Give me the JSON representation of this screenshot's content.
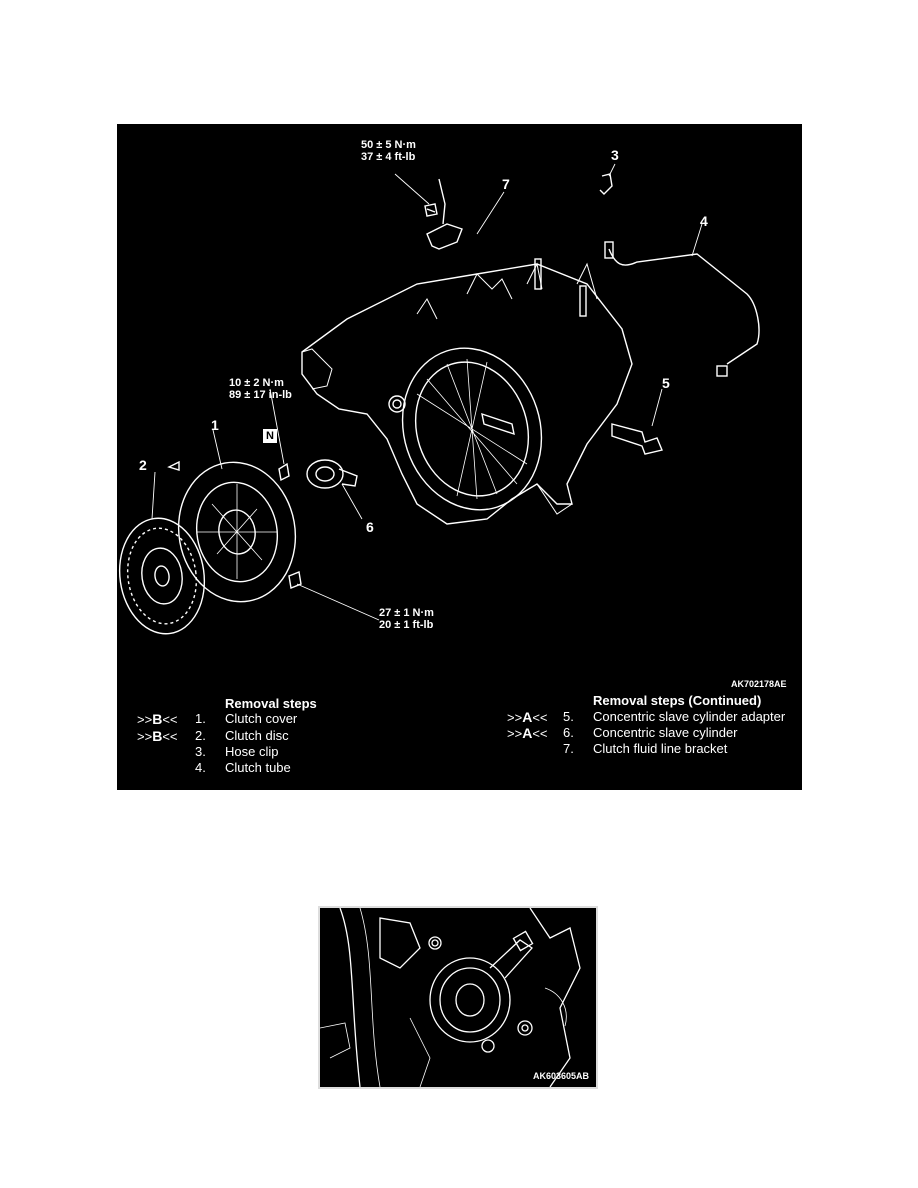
{
  "diagram": {
    "torques": {
      "bracket": [
        "50 ± 5 N·m",
        "37 ± 4 ft-lb"
      ],
      "slave_bolt": [
        "10 ± 2 N·m",
        "89 ± 17 in-lb"
      ],
      "cover_bolt": [
        "27 ± 1 N·m",
        "20 ± 1 ft-lb"
      ]
    },
    "callouts": [
      "1",
      "2",
      "3",
      "4",
      "5",
      "6",
      "7"
    ],
    "n_symbol": "N",
    "figure_code": "AK702178AE"
  },
  "removal_steps": {
    "title": "Removal steps",
    "title_continued": "Removal steps (Continued)",
    "left": [
      {
        "mark_prefix": ">>",
        "mark_letter": "B",
        "mark_suffix": "<<",
        "num": "1.",
        "label": "Clutch cover"
      },
      {
        "mark_prefix": ">>",
        "mark_letter": "B",
        "mark_suffix": "<<",
        "num": "2.",
        "label": "Clutch disc"
      },
      {
        "mark_prefix": "",
        "mark_letter": "",
        "mark_suffix": "",
        "num": "3.",
        "label": "Hose clip"
      },
      {
        "mark_prefix": "",
        "mark_letter": "",
        "mark_suffix": "",
        "num": "4.",
        "label": "Clutch tube"
      }
    ],
    "right": [
      {
        "mark_prefix": ">>",
        "mark_letter": "A",
        "mark_suffix": "<<",
        "num": "5.",
        "label": "Concentric slave cylinder adapter"
      },
      {
        "mark_prefix": ">>",
        "mark_letter": "A",
        "mark_suffix": "<<",
        "num": "6.",
        "label": "Concentric slave cylinder"
      },
      {
        "mark_prefix": "",
        "mark_letter": "",
        "mark_suffix": "",
        "num": "7.",
        "label": "Clutch fluid line bracket"
      }
    ]
  },
  "photo": {
    "figure_code": "AK603605AB"
  }
}
